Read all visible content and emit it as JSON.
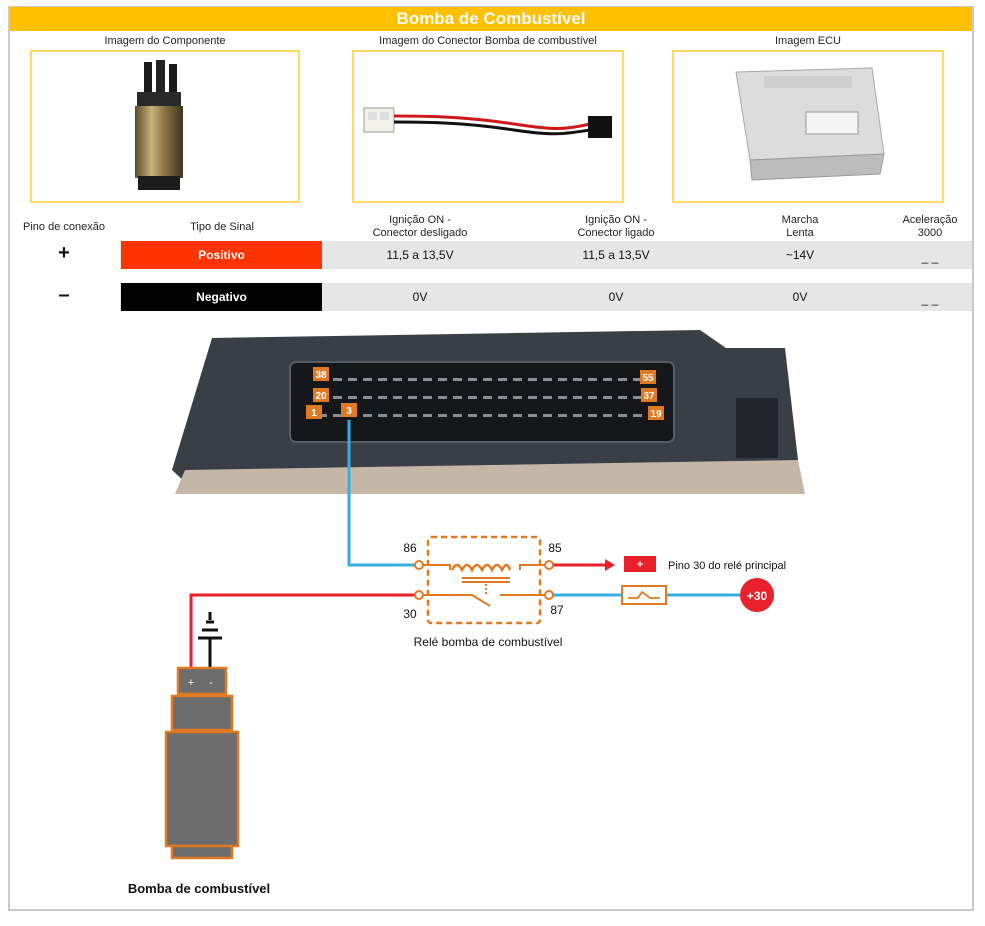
{
  "title": "Bomba de Combustível",
  "images": {
    "component_label": "Imagem do Componente",
    "connector_label": "Imagem do Conector Bomba de combustível",
    "ecu_label": "Imagem ECU"
  },
  "table": {
    "headers": {
      "pin": "Pino de conexão",
      "signal": "Tipo de Sinal",
      "ign_off_l1": "Ignição ON -",
      "ign_off_l2": "Conector desligado",
      "ign_on_l1": "Ignição ON -",
      "ign_on_l2": "Conector ligado",
      "idle_l1": "Marcha",
      "idle_l2": "Lenta",
      "accel_l1": "Aceleração",
      "accel_l2": "3000"
    },
    "rows": [
      {
        "pin": "+",
        "signal": "Positivo",
        "signal_color": "#ff3300",
        "ign_off": "11,5 a 13,5V",
        "ign_on": "11,5 a 13,5V",
        "idle": "~14V",
        "accel": "_ _"
      },
      {
        "pin": "–",
        "signal": "Negativo",
        "signal_color": "#000000",
        "ign_off": "0V",
        "ign_on": "0V",
        "idle": "0V",
        "accel": "_ _"
      }
    ]
  },
  "ecu_pins": {
    "p38": "38",
    "p20": "20",
    "p1": "1",
    "p3": "3",
    "p55": "55",
    "p37": "37",
    "p19": "19"
  },
  "relay": {
    "t86": "86",
    "t85": "85",
    "t30": "30",
    "t87": "87",
    "label": "Relé bomba de combustível",
    "plus_sign": "+",
    "main_relay_label": "Pino 30  do relé principal",
    "plus30": "+30"
  },
  "pump": {
    "plus": "+",
    "minus": "-",
    "label": "Bomba de combustível"
  },
  "colors": {
    "accent": "#ffc000",
    "relay_orange": "#e07a22",
    "wire_red": "#e8212b",
    "wire_blue": "#38aee0",
    "positive": "#ff3300"
  }
}
